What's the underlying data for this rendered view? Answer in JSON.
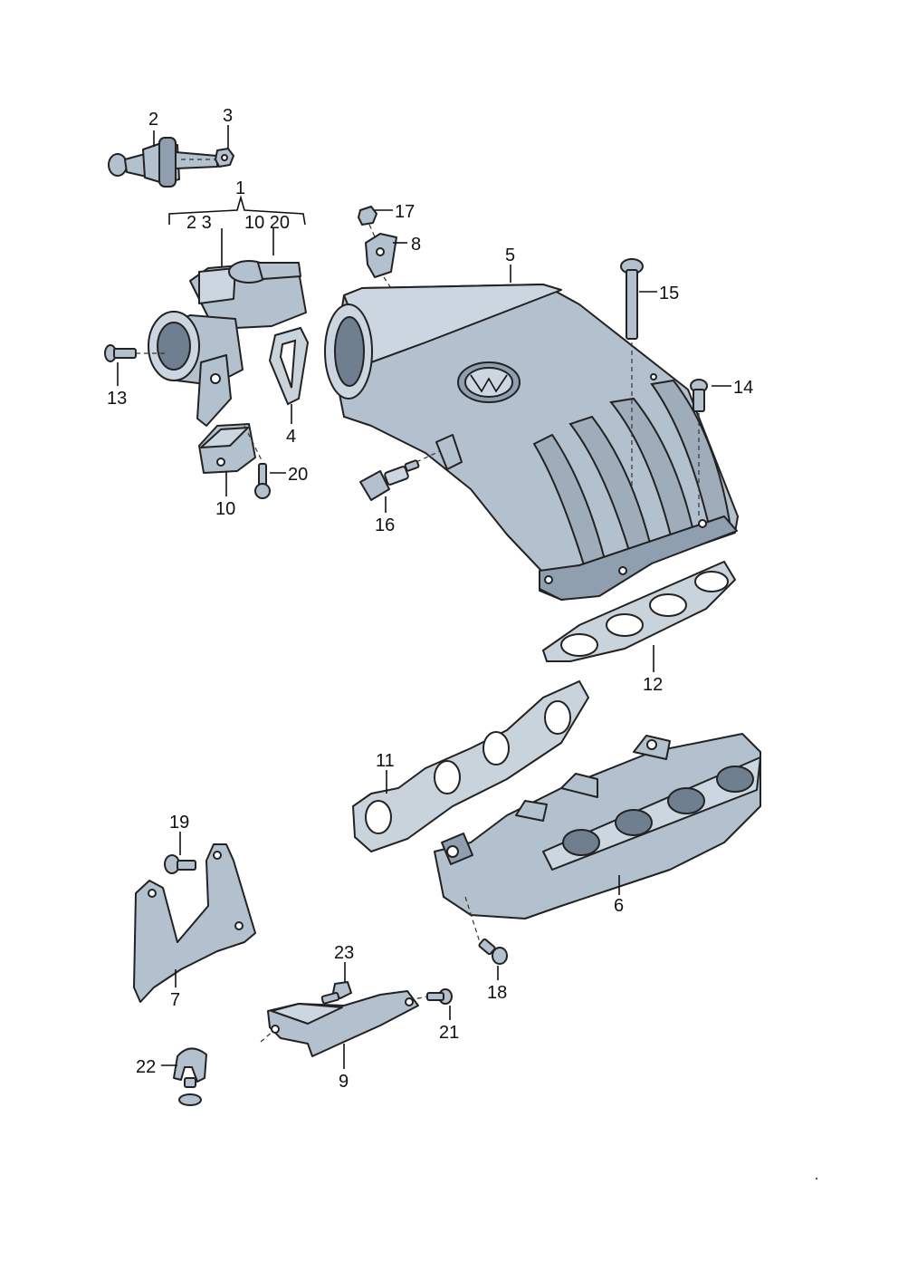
{
  "labels": {
    "p1": "1",
    "p1_group_left": "2 3",
    "p1_group_right": "10 20",
    "p2": "2",
    "p3": "3",
    "p4": "4",
    "p5": "5",
    "p6": "6",
    "p7": "7",
    "p8": "8",
    "p9": "9",
    "p10": "10",
    "p11": "11",
    "p12": "12",
    "p13": "13",
    "p14": "14",
    "p15": "15",
    "p16": "16",
    "p17": "17",
    "p18": "18",
    "p19": "19",
    "p20": "20",
    "p21": "21",
    "p22": "22",
    "p23": "23"
  },
  "colors": {
    "part_fill": "#b3c0cd",
    "outline": "#222222",
    "background": "#ffffff"
  }
}
